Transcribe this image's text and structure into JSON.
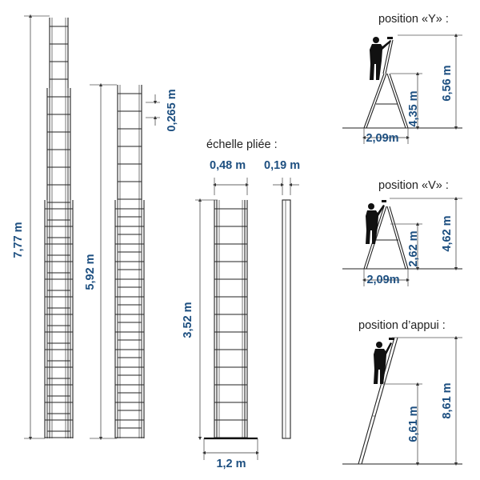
{
  "labels": {
    "folded": "échelle pliée :",
    "pos_y": "position «Y» :",
    "pos_v": "position «V» :",
    "pos_lean": "position d’appui :"
  },
  "dims": {
    "extended_3": "7,77 m",
    "extended_2": "5,92 m",
    "rung_spacing": "0,265 m",
    "folded_width": "0,48 m",
    "folded_depth": "0,19 m",
    "folded_height": "3,52 m",
    "stabilizer_width": "1,2 m",
    "y_reach": "6,56 m",
    "y_height": "4,35 m",
    "y_base": "2,09m",
    "v_reach": "4,62 m",
    "v_height": "2,62 m",
    "v_base": "2,09m",
    "lean_reach": "8,61 m",
    "lean_height": "6,61 m"
  },
  "colors": {
    "dimension_text": "#1d4f80",
    "line": "#222222"
  }
}
